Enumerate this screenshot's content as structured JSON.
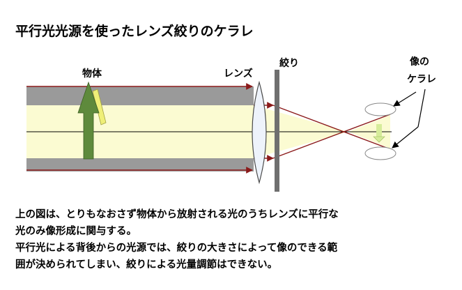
{
  "title": "平行光光源を使ったレンズ絞りのケラレ",
  "labels": {
    "object": "物体",
    "lens": "レンズ",
    "stop": "絞り",
    "vignetting_line1": "像の",
    "vignetting_line2": "ケラレ"
  },
  "description": {
    "line1": "上の図は、とりもなおさず物体から放射される光のうちレンズに平行な",
    "line2": "光のみ像形成に関与する。",
    "line3": "平行光による背後からの光源では、絞りの大きさによって像のできる範",
    "line4": "囲が決められてしまい、絞りによる光量調節はできない。"
  },
  "colors": {
    "gray_band": "#9a9a9a",
    "light_beam": "#fbfbd2",
    "ray_line": "#8b1a1a",
    "arrow_green": "#5e8a3c",
    "arrow_yellow": "#efef78",
    "lens_fill": "#eef3fb",
    "stop_color": "#6f6f6f"
  }
}
